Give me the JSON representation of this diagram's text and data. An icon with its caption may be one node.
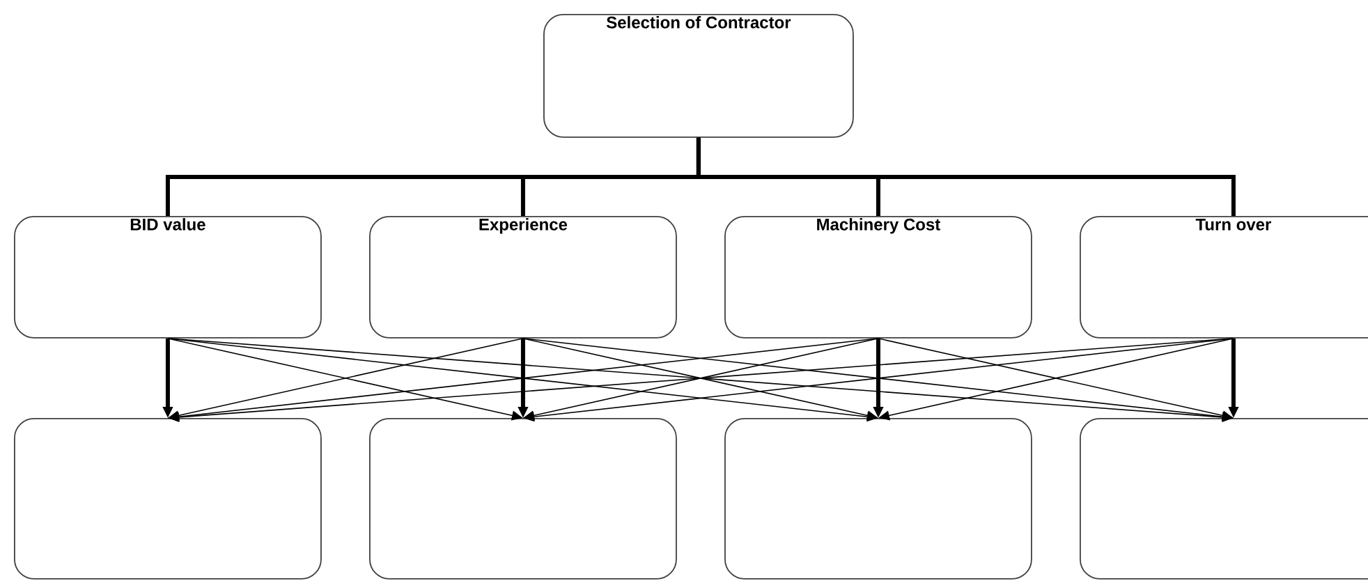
{
  "diagram": {
    "nodes": [
      {
        "text": [
          "Selection of Contractor"
        ]
      },
      {
        "text": [
          "BID value"
        ]
      },
      {
        "text": [
          "Experience"
        ]
      },
      {
        "text": [
          "Machinery Cost"
        ]
      },
      {
        "text": [
          "Turn over"
        ]
      },
      {
        "text": [],
        "shape": "box"
      },
      {
        "text": [],
        "shape": "box"
      },
      {
        "text": [],
        "shape": "box"
      },
      {
        "text": [],
        "shape": "box"
      }
    ],
    "edges": [
      {
        "from": 0,
        "to": 1,
        "arrow": "none",
        "style": "thick"
      },
      {
        "from": 0,
        "to": 2,
        "arrow": "none",
        "style": "thick"
      },
      {
        "from": 0,
        "to": 3,
        "arrow": "none",
        "style": "thick"
      },
      {
        "from": 0,
        "to": 4,
        "arrow": "none",
        "style": "thick"
      },
      {
        "from": 1,
        "to": 5,
        "arrow": "to",
        "style": "thick"
      },
      {
        "from": 1,
        "to": 6,
        "arrow": "to"
      },
      {
        "from": 1,
        "to": 7,
        "arrow": "to"
      },
      {
        "from": 1,
        "to": 8,
        "arrow": "to"
      },
      {
        "from": 2,
        "to": 5,
        "arrow": "to"
      },
      {
        "from": 2,
        "to": 6,
        "arrow": "to",
        "style": "thick"
      },
      {
        "from": 2,
        "to": 7,
        "arrow": "to"
      },
      {
        "from": 2,
        "to": 8,
        "arrow": "to"
      },
      {
        "from": 3,
        "to": 5,
        "arrow": "to"
      },
      {
        "from": 3,
        "to": 6,
        "arrow": "to"
      },
      {
        "from": 3,
        "to": 7,
        "arrow": "to",
        "style": "thick"
      },
      {
        "from": 3,
        "to": 8,
        "arrow": "to"
      },
      {
        "from": 4,
        "to": 5,
        "arrow": "to"
      },
      {
        "from": 4,
        "to": 6,
        "arrow": "to"
      },
      {
        "from": 4,
        "to": 7,
        "arrow": "to"
      },
      {
        "from": 4,
        "to": 8,
        "arrow": "to",
        "style": "thick"
      }
    ]
  }
}
